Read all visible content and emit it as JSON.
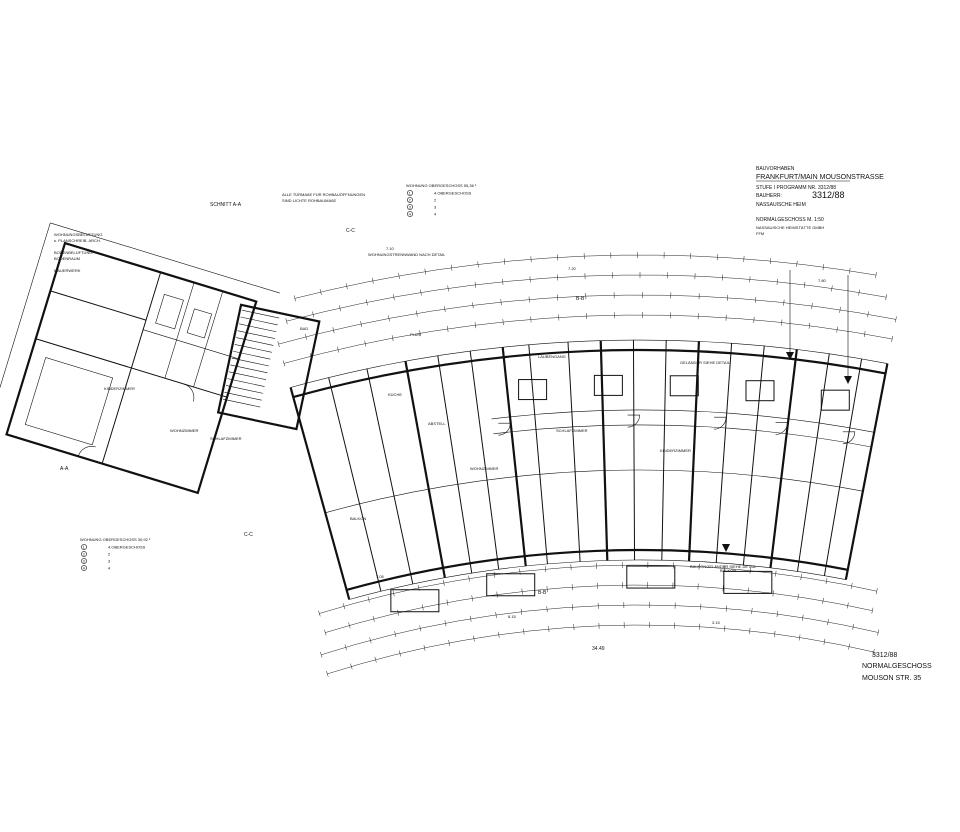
{
  "title_block": {
    "line1": "BAUVORHABEN",
    "line2": "FRANKFURT/MAIN  MOUSONSTRASSE",
    "line3": "STUFE I       PROGRAMM NR. 3312/88",
    "line4": "BAUHERR:",
    "line5": "NASSAUISCHE HEIM",
    "drawing_no": "3312/88",
    "line6": "NORMALGESCHOSS           M. 1:50",
    "line7": "NASSAUISCHE HEIMSTÄTTE GMBH",
    "line8": "FFM"
  },
  "legend_top": {
    "header": "WOHNUNG  OBERGESCHOSS  55,36 ²",
    "rows": [
      {
        "n": "1",
        "a": "4.OBERGESCHOSS"
      },
      {
        "n": "2",
        "a": "2"
      },
      {
        "n": "3",
        "a": "3"
      },
      {
        "n": "4",
        "a": "4"
      }
    ]
  },
  "legend_bottom": {
    "header": "WOHNUNG  OBERGESCHOSS  30,92 ²",
    "rows": [
      {
        "n": "1",
        "a": "4.OBERGESCHOSS"
      },
      {
        "n": "2",
        "a": "2"
      },
      {
        "n": "3",
        "a": "3"
      },
      {
        "n": "4",
        "a": "4"
      }
    ]
  },
  "notes": {
    "section_aa": "SCHNITT A-A",
    "top_note_1": "ALLE TÜRMAßE FÜR ROHBAUÖFFNUNGEN",
    "top_note_2": "SIND LICHTE ROHBAUMAßE",
    "left_note_1": "WOHNUNGSBELÜFTUNG",
    "left_note_2": "s. PLANSCHREIB. ARCH.",
    "left_note_3": "BODENBELÜFTUNG",
    "left_note_4": "BODENRAUM",
    "left_note_5": "MAUERWERK",
    "wohnungstrennwand": "WOHNUNGSTRENNWAND NACH DETAIL",
    "laubengang": "LAUBENGANG",
    "gelaender_top": "GELÄNDER SIEHE DETAIL",
    "gelaender_bottom": "BALKONGELÄNDER SIEHE DETAIL"
  },
  "section_marks": {
    "aa_left": "A-A",
    "bb_top": "B-B",
    "bb_bottom": "B-B",
    "cc_top": "C-C",
    "cc_left": "C-C"
  },
  "room_labels": [
    "WOHNZIMMER",
    "SCHLAFZIMMER",
    "KINDERZIMMER",
    "BAD",
    "KÜCHE",
    "FLUR",
    "ABSTELL",
    "BALKON",
    "WOHNZIMMER",
    "SCHLAFZIMMER",
    "KINDERZIMMER",
    "BALKON"
  ],
  "dimensions": {
    "overall": "34.49",
    "d1": "7.10",
    "d2": "7.20",
    "d3": "7.80",
    "d4": "7.05",
    "d5": "3.15",
    "d6": "8.15"
  },
  "stamp": {
    "line1": "3312/88",
    "line2": "NORMALGESCHOSS",
    "line3": "MOUSON STR. 35"
  }
}
